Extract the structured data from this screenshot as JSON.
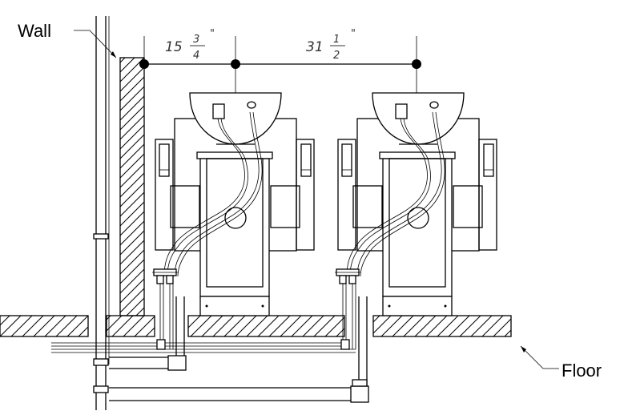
{
  "labels": {
    "wall": "Wall",
    "floor": "Floor"
  },
  "dimensions": {
    "first": {
      "whole": "15",
      "numerator": "3",
      "denominator": "4",
      "unit": "\""
    },
    "second": {
      "whole": "31",
      "numerator": "1",
      "denominator": "2",
      "unit": "\""
    }
  },
  "colors": {
    "line": "#000000",
    "background": "#ffffff"
  }
}
